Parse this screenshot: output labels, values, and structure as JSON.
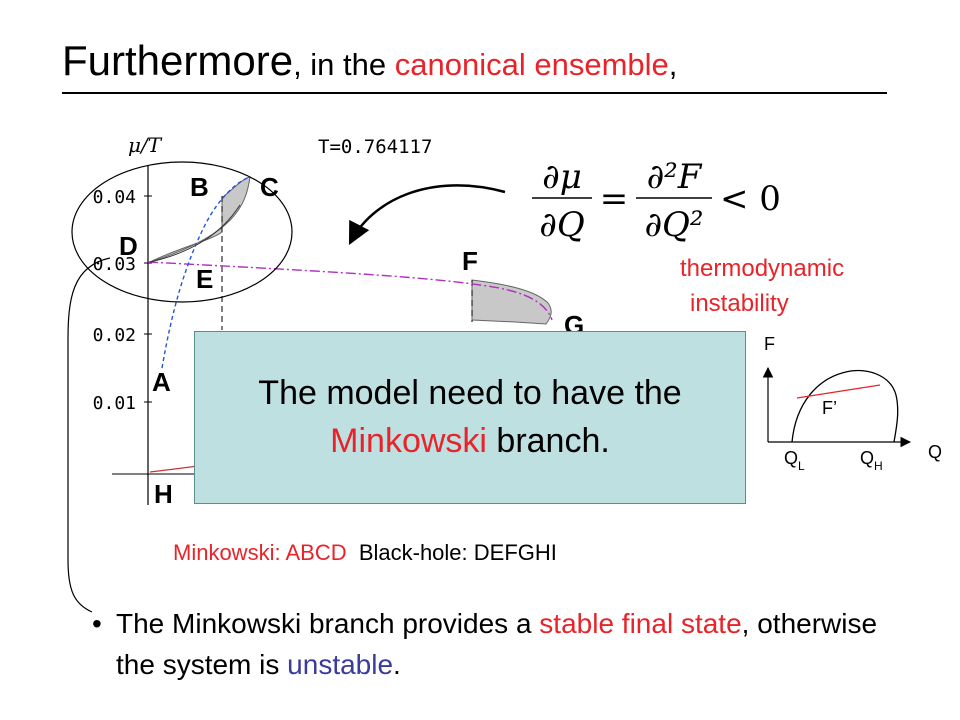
{
  "title": {
    "part1": "Furthermore",
    "part2": ", in the ",
    "part3": "canonical ensemble",
    "part4": ","
  },
  "plot": {
    "ylabel": "μ/T",
    "temperature": "T=0.764117",
    "ticks": [
      "0.04",
      "0.03",
      "0.02",
      "0.01"
    ],
    "points": [
      "A",
      "B",
      "C",
      "D",
      "E",
      "F",
      "G",
      "H"
    ]
  },
  "equation": {
    "num1": "∂μ",
    "den1": "∂Q",
    "eq": "=",
    "num2": "∂²F",
    "den2": "∂Q²",
    "rel": "< 0"
  },
  "thermo": {
    "line1": "thermodynamic",
    "line2": "instability"
  },
  "inset": {
    "y_label": "F",
    "x_label": "Q",
    "curve_label": "F’",
    "ql_main": "Q",
    "ql_sub": "L",
    "qh_main": "Q",
    "qh_sub": "H"
  },
  "callout": {
    "line1": "The model need to have the",
    "line2_red": "Minkowski",
    "line2_rest": " branch."
  },
  "caption": {
    "mink": "Minkowski: ABCD",
    "bh": "Black-hole: DEFGHI"
  },
  "bullet": {
    "symbol": "•",
    "t1": "The Minkowski branch provides a ",
    "t2": "stable final",
    "t3": "state",
    "t4": ", otherwise the system is ",
    "t5": "unstable",
    "t6": "."
  },
  "colors": {
    "accent_red": "#e8242a",
    "callout_bg": "#bfe0e1",
    "curve_blue": "#2255dd",
    "curve_purple": "#b030c0",
    "unstable_blue": "#3b3b9c"
  }
}
